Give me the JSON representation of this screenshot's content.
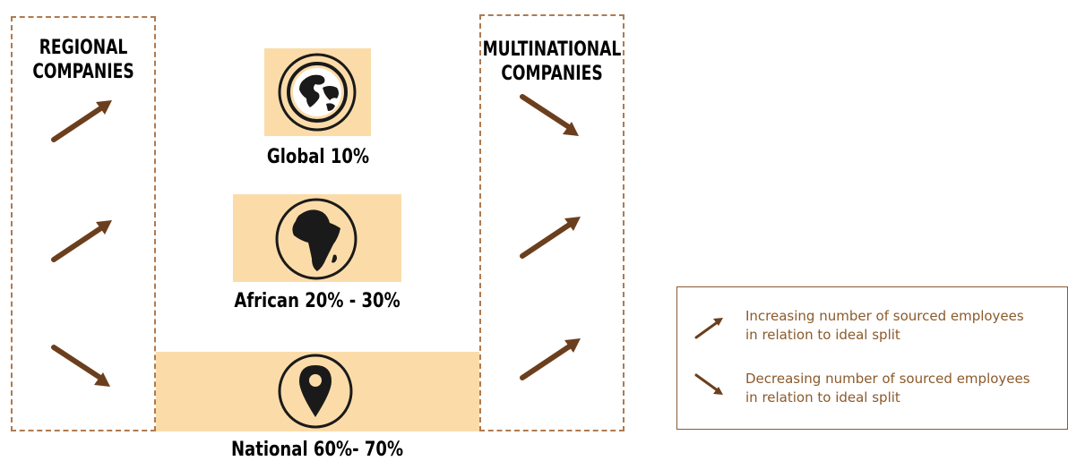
{
  "colors": {
    "dashed_border": "#b07a4f",
    "highlight_fill": "#fbdca9",
    "arrow": "#6b3f1d",
    "legend_text": "#8b5a2b"
  },
  "regional": {
    "title_line1": "REGIONAL",
    "title_line2": "COMPANIES",
    "arrows": [
      "increasing",
      "increasing",
      "decreasing"
    ]
  },
  "multinational": {
    "title_line1": "MULTINATIONAL",
    "title_line2": "COMPANIES",
    "arrows": [
      "decreasing",
      "increasing",
      "increasing"
    ]
  },
  "levels": [
    {
      "icon": "globe-icon",
      "label": "Global 10%"
    },
    {
      "icon": "africa-icon",
      "label": "African 20% - 30%"
    },
    {
      "icon": "map-pin-icon",
      "label": "National 60%- 70%"
    }
  ],
  "legend": {
    "increasing_line1": "Increasing number of sourced employees",
    "increasing_line2": "in relation to ideal split",
    "decreasing_line1": "Decreasing number of sourced employees",
    "decreasing_line2": "in relation to ideal split"
  }
}
